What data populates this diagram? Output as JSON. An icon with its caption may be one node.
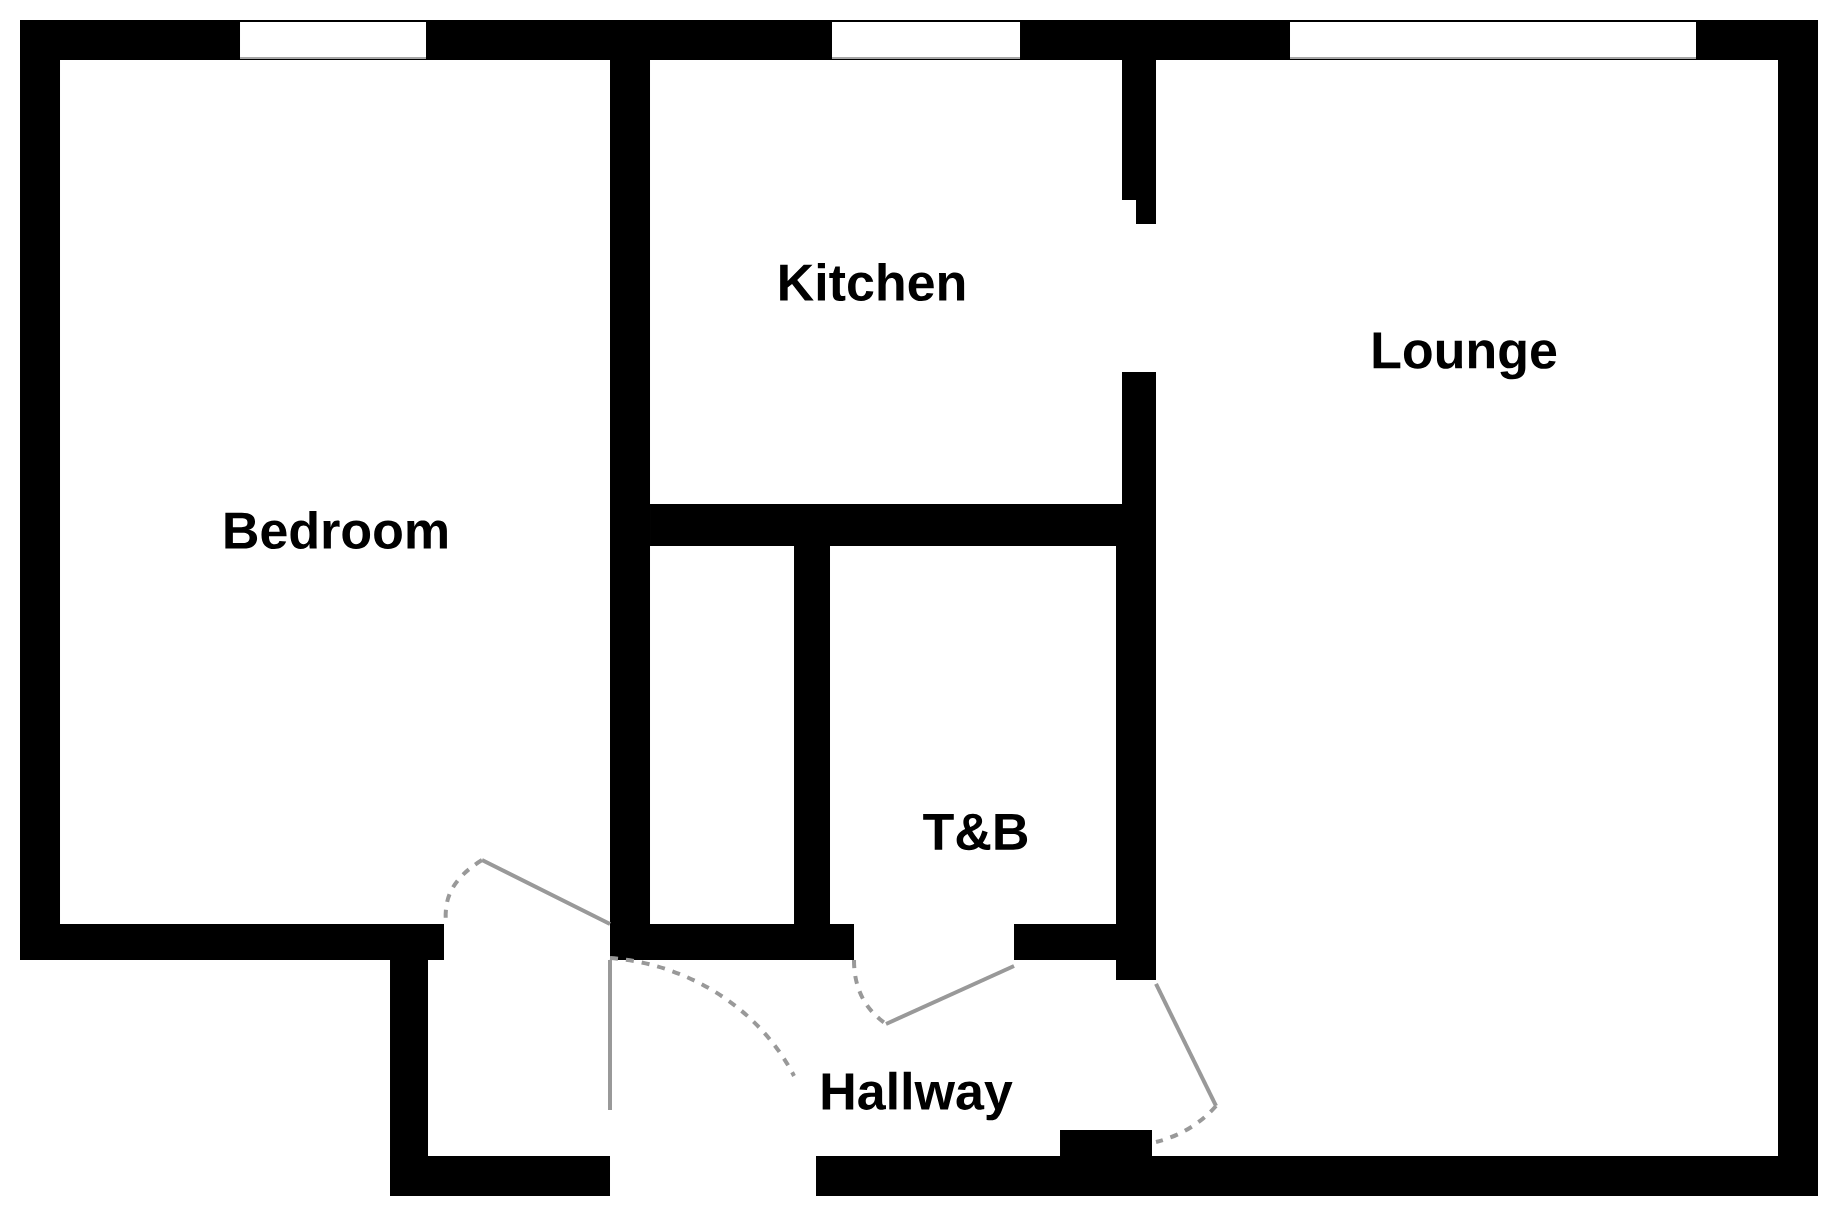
{
  "diagram": {
    "nodes": [
      {
        "text": [
          "Bedroom"
        ]
      },
      {
        "text": [
          "Kitchen"
        ]
      },
      {
        "text": [
          "Lounge"
        ]
      },
      {
        "text": [
          "T&B"
        ]
      },
      {
        "text": [
          "Hallway"
        ]
      }
    ]
  }
}
